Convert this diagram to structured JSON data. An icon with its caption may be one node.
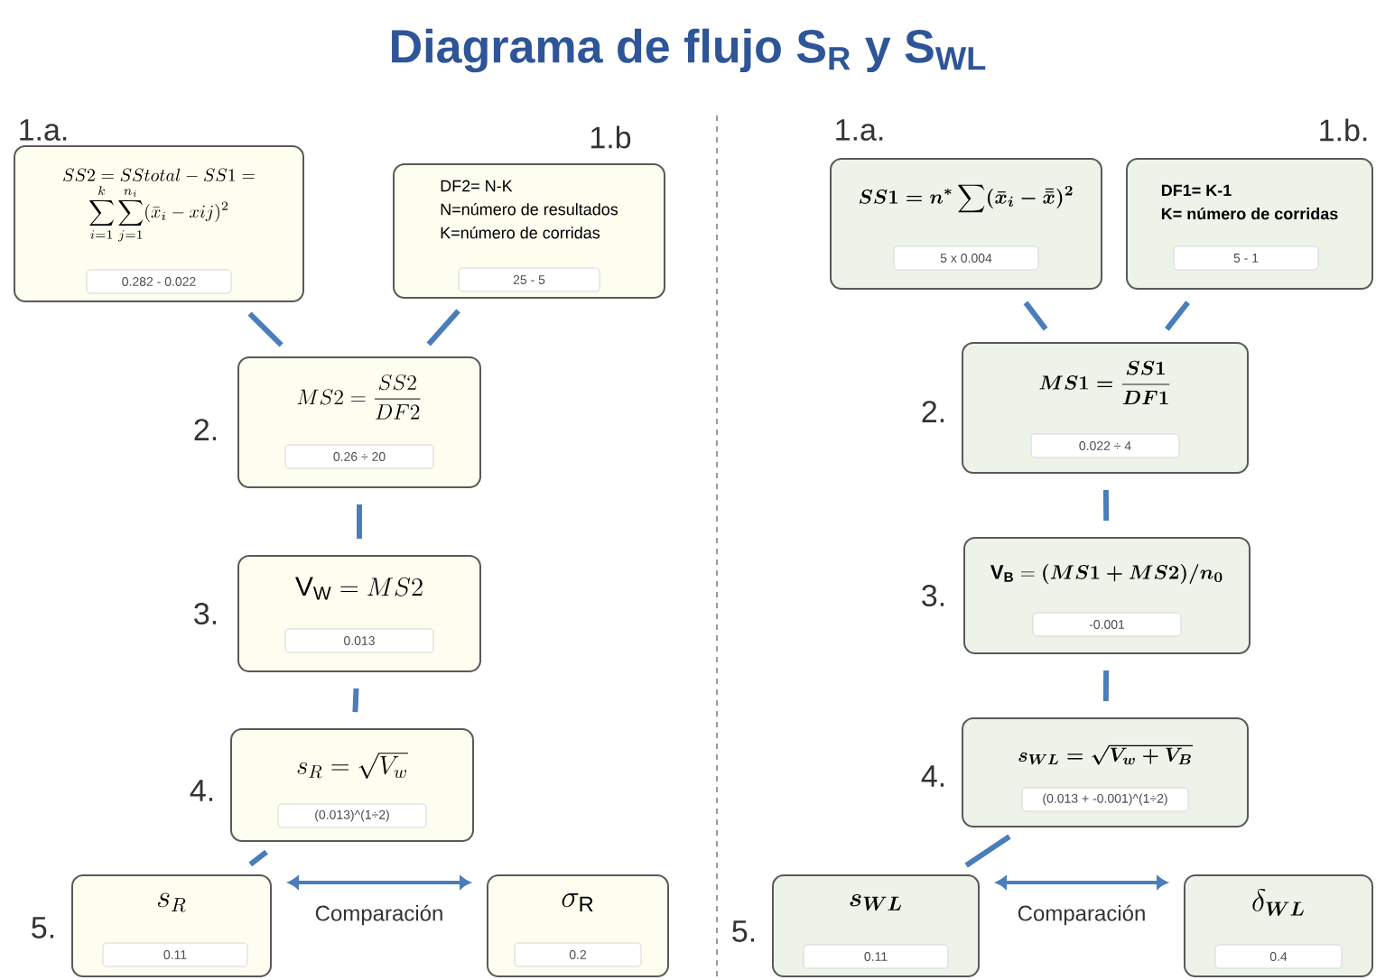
{
  "diagram": {
    "title": "Diagrama de flujo S$_{R}$ y S$_{WL}$",
    "nodes": [
      {
        "text": [
          "SS2 = SStotal - SS1 =",
          "\\sum_{i=1}^{k} \\sum_{j=1}^{n_i} (\\bar{x}_i - xij)^2"
        ],
        "beside": [
          "1.a."
        ]
      },
      {
        "text": [
          "0.282 - 0.022"
        ],
        "in": 0
      },
      {
        "text": [
          "DF2= N-K",
          "N=número de resultados",
          "K=número de corridas"
        ],
        "beside": [
          "1.b"
        ]
      },
      {
        "text": [
          "25 - 5"
        ],
        "in": 2
      },
      {
        "text": [
          "MS2 = \\frac{SS2}{DF2}"
        ],
        "beside": [
          "2."
        ]
      },
      {
        "text": [
          "0.26 ÷ 20"
        ],
        "in": 4
      },
      {
        "text": [
          "\\mathrm{V}_{\\mathrm{W}}= MS2"
        ],
        "beside": [
          "3."
        ]
      },
      {
        "text": [
          "0.013"
        ],
        "in": 6
      },
      {
        "text": [
          "s_R = \\sqrt{V_w}"
        ],
        "beside": [
          "4."
        ]
      },
      {
        "text": [
          "(0.013)^(1÷2)"
        ],
        "in": 8
      },
      {
        "text": [
          "s_R"
        ],
        "beside": [
          "5."
        ]
      },
      {
        "text": [
          "0.11"
        ],
        "in": 10
      },
      {
        "text": [
          "\\sigma_{\\mathrm{R}}"
        ]
      },
      {
        "text": [
          "0.2"
        ],
        "in": 12
      },
      {
        "text": [
          "\\boldsymbol{SS1 = n^{*} \\sum (\\bar{x}_i - \\bar{\\bar{x}})^2}"
        ],
        "beside": [
          "1.a."
        ]
      },
      {
        "text": [
          "5 x 0.004"
        ],
        "in": 14
      },
      {
        "text": [
          "DF1= K-1",
          "K= número de corridas"
        ],
        "beside": [
          "1.b."
        ]
      },
      {
        "text": [
          "5 - 1"
        ],
        "in": 16
      },
      {
        "text": [
          "\\boldsymbol{MS1 = \\frac{SS1}{DF1}}"
        ],
        "beside": [
          "2."
        ]
      },
      {
        "text": [
          "0.022 ÷ 4"
        ],
        "in": 18
      },
      {
        "text": [
          "\\mathbf{V}_{\\mathbf{B}}= \\boldsymbol{(MS1 + MS2)/n_0}"
        ],
        "beside": [
          "3."
        ]
      },
      {
        "text": [
          "-0.001"
        ],
        "in": 20
      },
      {
        "text": [
          "\\boldsymbol{s_{WL} = \\sqrt{V_w + V_B}}"
        ],
        "beside": [
          "4."
        ]
      },
      {
        "text": [
          "(0.013 + -0.001)^(1÷2)"
        ],
        "in": 22
      },
      {
        "text": [
          "\\boldsymbol{s_{WL}}"
        ],
        "beside": [
          "5."
        ]
      },
      {
        "text": [
          "0.11"
        ],
        "in": 24
      },
      {
        "text": [
          "\\delta_{\\boldsymbol{WL}}"
        ]
      },
      {
        "text": [
          "0.4"
        ],
        "in": 26
      }
    ],
    "edges": [
      {
        "from": 0,
        "to": 4,
        "arrow": "none"
      },
      {
        "from": 2,
        "to": 4,
        "arrow": "none"
      },
      {
        "from": 4,
        "to": 6,
        "arrow": "none"
      },
      {
        "from": 6,
        "to": 8,
        "arrow": "none"
      },
      {
        "from": 8,
        "to": 10,
        "arrow": "none"
      },
      {
        "from": 10,
        "to": 12,
        "arrow": "both",
        "label": "Comparación"
      },
      {
        "from": 14,
        "to": 18,
        "arrow": "none"
      },
      {
        "from": 16,
        "to": 18,
        "arrow": "none"
      },
      {
        "from": 18,
        "to": 20,
        "arrow": "none"
      },
      {
        "from": 20,
        "to": 22,
        "arrow": "none"
      },
      {
        "from": 22,
        "to": 24,
        "arrow": "none"
      },
      {
        "from": 24,
        "to": 26,
        "arrow": "both",
        "label": "Comparación"
      }
    ]
  }
}
